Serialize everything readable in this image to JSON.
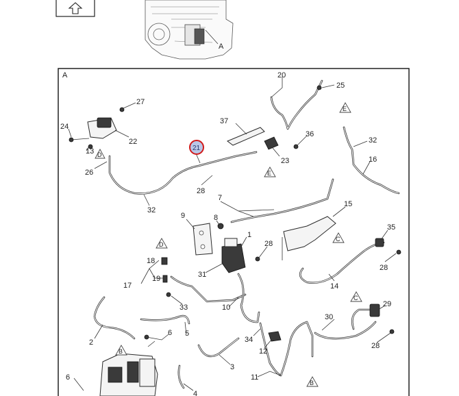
{
  "frame_label": "A",
  "engine_callout": "A",
  "parts": {
    "p1": "1",
    "p2": "2",
    "p3": "3",
    "p4": "4",
    "p5": "5",
    "p6a": "6",
    "p6b": "6",
    "p7": "7",
    "p8": "8",
    "p9": "9",
    "p10": "10",
    "p11": "11",
    "p12": "12",
    "p13": "13",
    "p14": "14",
    "p15": "15",
    "p16": "16",
    "p17": "17",
    "p18": "18",
    "p19": "19",
    "p20": "20",
    "p21": "21",
    "p22": "22",
    "p23": "23",
    "p24": "24",
    "p25": "25",
    "p26": "26",
    "p27": "27",
    "p28a": "28",
    "p28b": "28",
    "p28c": "28",
    "p28d": "28",
    "p29": "29",
    "p30": "30",
    "p31": "31",
    "p32a": "32",
    "p32b": "32",
    "p33": "33",
    "p34": "34",
    "p35": "35",
    "p36": "36",
    "p37": "37"
  },
  "view_markers": {
    "d1": "D",
    "d2": "D",
    "e1": "E",
    "e2": "E",
    "c1": "C",
    "c2": "C",
    "b1": "B",
    "b2": "B"
  }
}
